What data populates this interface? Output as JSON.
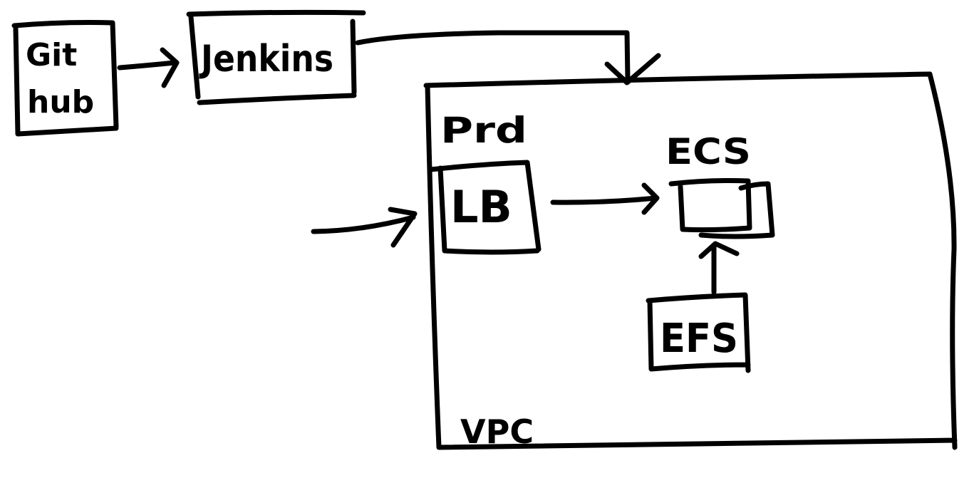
{
  "nodes": {
    "github": {
      "line1": "Git",
      "line2": "hub"
    },
    "jenkins": {
      "label": "Jenkins"
    },
    "prod": {
      "label": "Prd"
    },
    "lb": {
      "label": "LB"
    },
    "ecs": {
      "label": "ECS"
    },
    "efs": {
      "label": "EFS"
    },
    "vpc": {
      "label": "VPC"
    }
  },
  "colors": {
    "ink": "#000000",
    "background": "#ffffff"
  }
}
